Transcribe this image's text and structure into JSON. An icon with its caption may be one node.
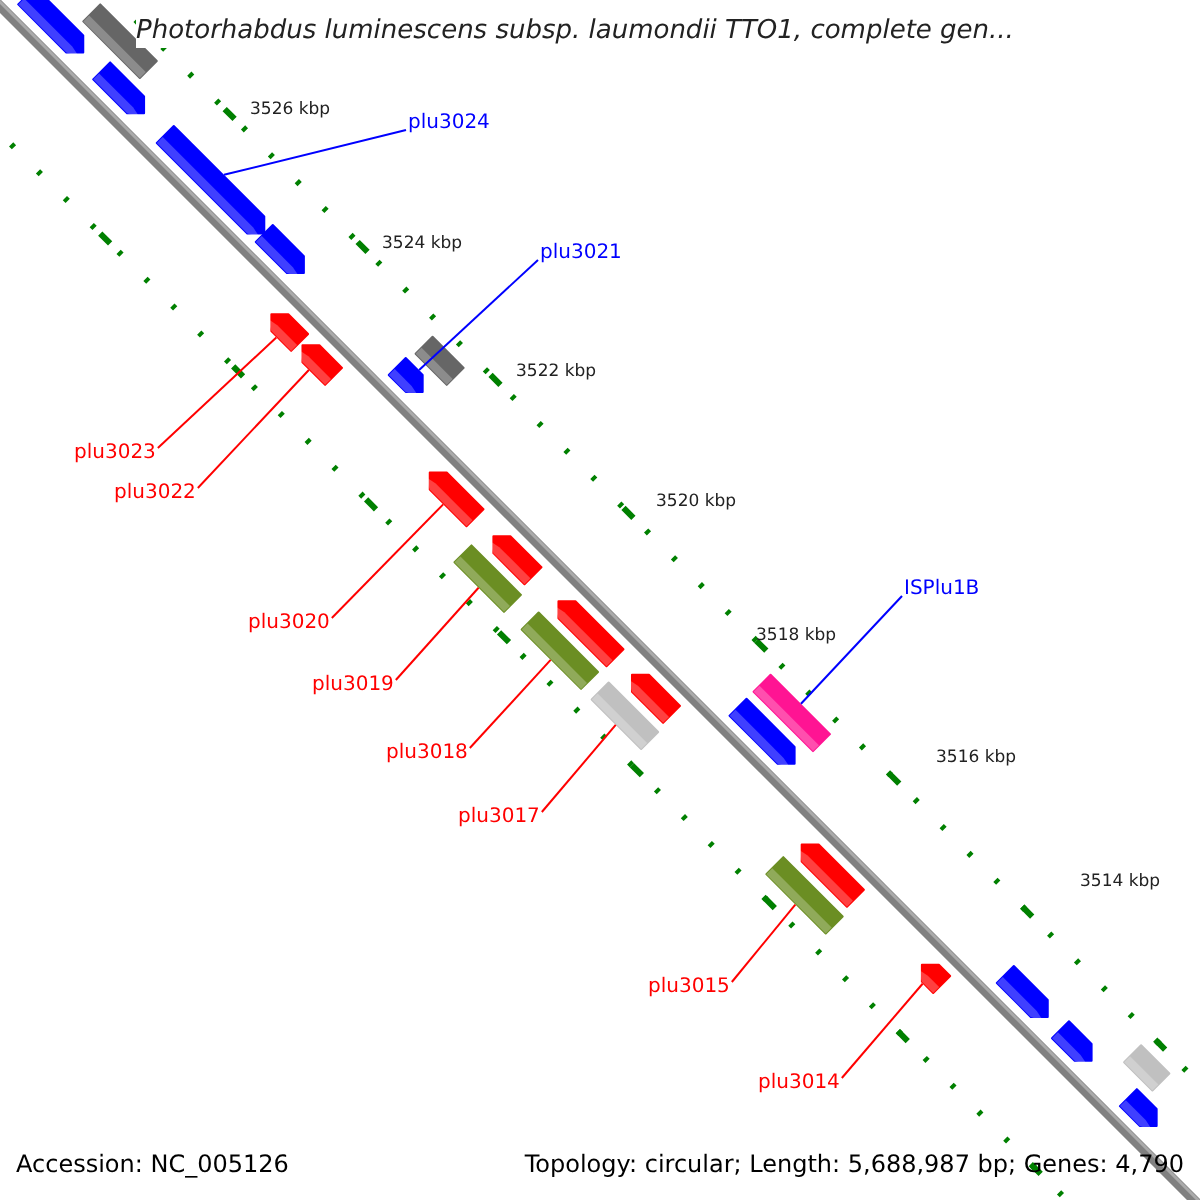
{
  "diagram": {
    "title": "Photorhabdus luminescens subsp. laumondii TTO1, complete gen...",
    "nodes": [
      {
        "text": [
          "plu3024"
        ]
      },
      {
        "text": [
          "plu3021"
        ]
      },
      {
        "text": [
          "plu3023"
        ]
      },
      {
        "text": [
          "plu3022"
        ]
      },
      {
        "text": [
          "plu3020"
        ]
      },
      {
        "text": [
          "plu3019"
        ]
      },
      {
        "text": [
          "plu3018"
        ]
      },
      {
        "text": [
          "plu3017"
        ]
      },
      {
        "text": [
          "ISPlu1B"
        ]
      },
      {
        "text": [
          "plu3015"
        ]
      },
      {
        "text": [
          "plu3014"
        ]
      },
      {
        "text": [],
        "shape": "arrow"
      },
      {
        "text": [],
        "shape": "bar"
      },
      {
        "text": [],
        "shape": "arrow"
      },
      {
        "text": [],
        "shape": "arrow"
      },
      {
        "text": [],
        "shape": "arrow"
      },
      {
        "text": [],
        "shape": "arrow"
      },
      {
        "text": [],
        "shape": "arrow"
      },
      {
        "text": [],
        "shape": "arrow"
      },
      {
        "text": [],
        "shape": "bar"
      },
      {
        "text": [],
        "shape": "arrow"
      },
      {
        "text": [],
        "shape": "bar"
      },
      {
        "text": [],
        "shape": "arrow"
      },
      {
        "text": [],
        "shape": "bar"
      },
      {
        "text": [],
        "shape": "arrow"
      },
      {
        "text": [],
        "shape": "bar"
      },
      {
        "text": [],
        "shape": "arrow"
      },
      {
        "text": [],
        "shape": "arrow"
      },
      {
        "text": [],
        "shape": "bar"
      },
      {
        "text": [],
        "shape": "bar"
      },
      {
        "text": [],
        "shape": "arrow"
      },
      {
        "text": [],
        "shape": "arrow"
      },
      {
        "text": [],
        "shape": "arrow"
      },
      {
        "text": [],
        "shape": "arrow"
      },
      {
        "text": [],
        "shape": "bar"
      },
      {
        "text": [],
        "shape": "arrow"
      }
    ],
    "edges": [
      {
        "from": 0,
        "to": 14,
        "arrow": "none",
        "color": "#0000ff"
      },
      {
        "from": 1,
        "to": 18,
        "arrow": "none",
        "color": "#0000ff"
      },
      {
        "from": 2,
        "to": 16,
        "arrow": "none"
      },
      {
        "from": 3,
        "to": 17,
        "arrow": "none"
      },
      {
        "from": 4,
        "to": 20,
        "arrow": "none"
      },
      {
        "from": 5,
        "to": 21,
        "arrow": "none"
      },
      {
        "from": 6,
        "to": 23,
        "arrow": "none"
      },
      {
        "from": 7,
        "to": 25,
        "arrow": "none"
      },
      {
        "from": 8,
        "to": 28,
        "arrow": "none",
        "color": "#0000ff"
      },
      {
        "from": 9,
        "to": 29,
        "arrow": "none"
      },
      {
        "from": 10,
        "to": 31,
        "arrow": "none"
      }
    ],
    "labels": [
      "3526 kbp",
      "3524 kbp",
      "3522 kbp",
      "3520 kbp",
      "3518 kbp",
      "3516 kbp",
      "3514 kbp",
      "Accession: NC_005126",
      "Topology: circular; Length: 5,688,987 bp; Genes: 4,790"
    ]
  }
}
